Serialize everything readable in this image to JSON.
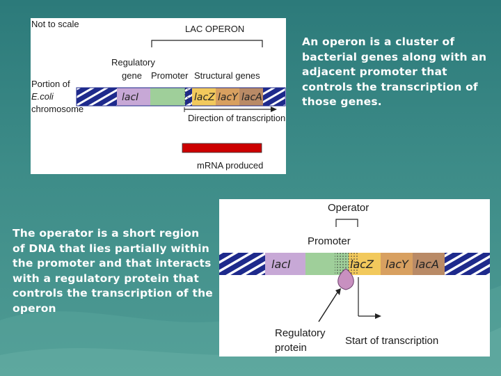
{
  "slide": {
    "text_top": "An operon is a cluster of bacterial genes along with an adjacent promoter that controls the transcription of those genes.",
    "text_bottom": "The operator is a short region of DNA that lies partially within the promoter and that interacts with a regulatory protein that controls the transcription of the operon"
  },
  "diagram1": {
    "not_to_scale": "Not to scale",
    "title": "LAC OPERON",
    "regulatory_gene_line1": "Regulatory",
    "regulatory_gene_line2": "gene",
    "promoter": "Promoter",
    "structural_genes": "Structural genes",
    "portion_line1": "Portion of",
    "portion_line2": "E.coli",
    "portion_line3": "chromosome",
    "gene_laci": "lacI",
    "gene_lacz": "lacZ",
    "gene_lacy": "lacY",
    "gene_laca": "lacA",
    "direction": "Direction of transcription",
    "mrna": "mRNA produced"
  },
  "diagram2": {
    "operator": "Operator",
    "promoter": "Promoter",
    "gene_laci": "lacI",
    "gene_lacz": "lacZ",
    "gene_lacy": "lacY",
    "gene_laca": "lacA",
    "regulatory_line1": "Regulatory",
    "regulatory_line2": "protein",
    "start": "Start of transcription"
  },
  "colors": {
    "laci": "#c7a8d6",
    "promoter": "#9fcf9a",
    "lacz": "#f2c95c",
    "lacy": "#d8a060",
    "laca": "#b98a66",
    "chromosome": "#1e2a8c",
    "mrna": "#cc0000",
    "protein": "#c890c0"
  }
}
